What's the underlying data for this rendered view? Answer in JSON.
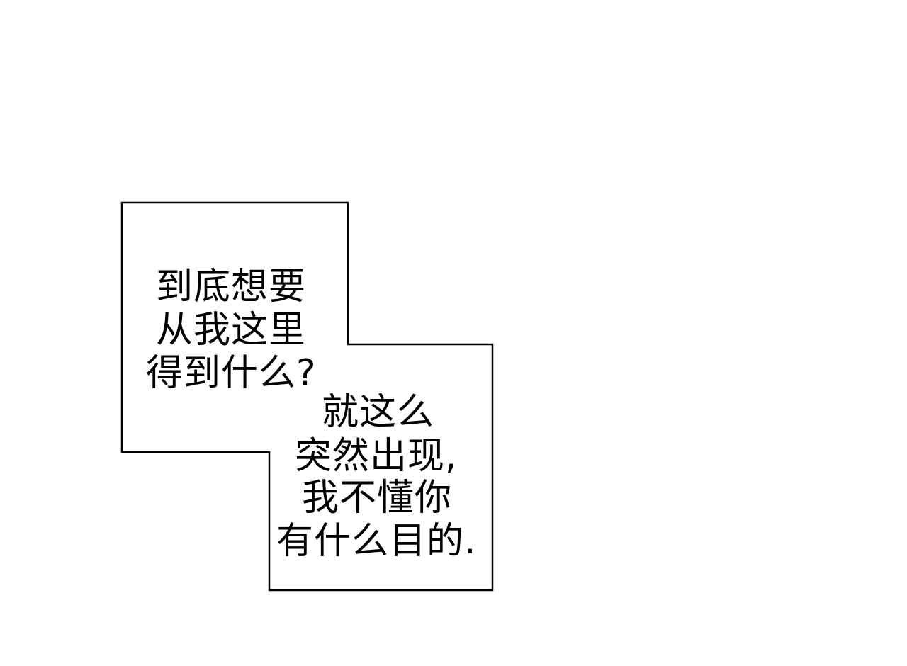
{
  "colors": {
    "background": "#ffffff",
    "ink": "#000000"
  },
  "speech_box": {
    "upper_lines": [
      "到底想要",
      "从我这里",
      "得到什么?"
    ],
    "lower_lines": [
      "就这么",
      "突然出现,",
      "我不懂你",
      "有什么目的."
    ]
  }
}
